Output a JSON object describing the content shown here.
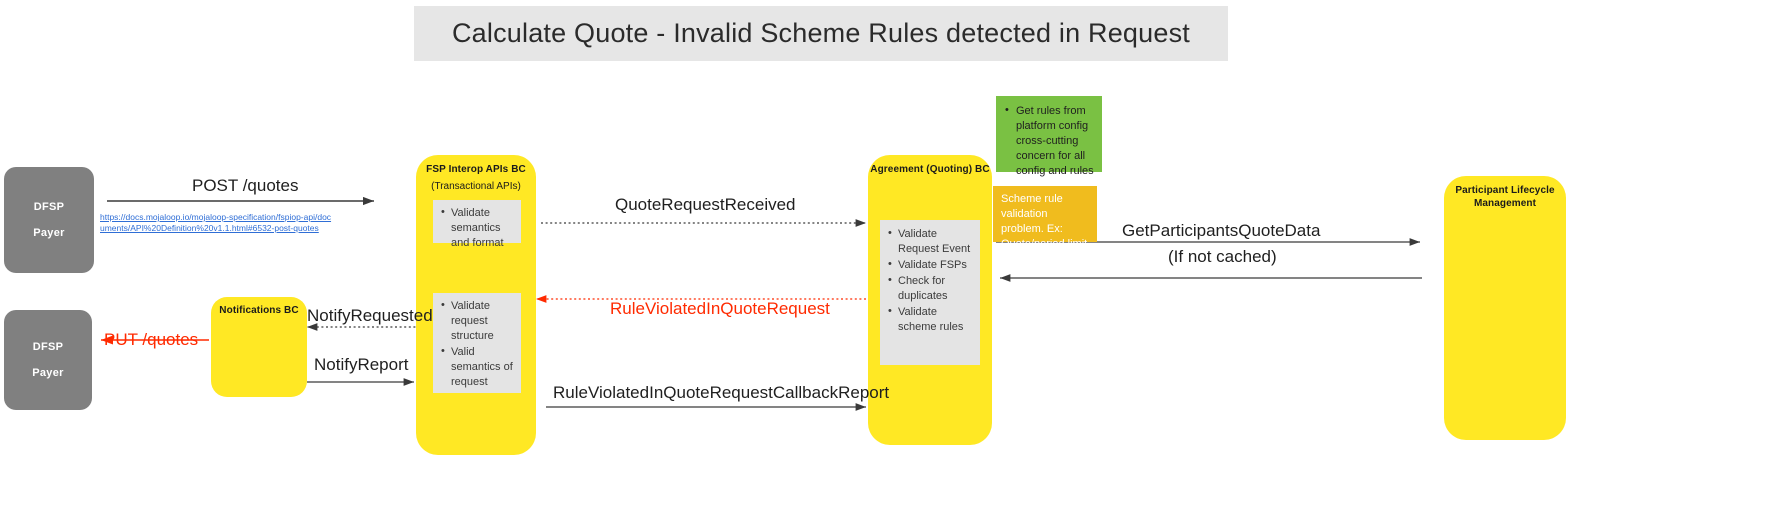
{
  "title": "Calculate Quote - Invalid Scheme Rules detected in Request",
  "colors": {
    "title_bg": "#e6e6e6",
    "actor_grey": "#808080",
    "bc_yellow": "#ffe824",
    "note_grey": "#e4e4e4",
    "callout_green": "#7ac143",
    "callout_orange": "#f0bc1e",
    "error_red": "#ff2a00",
    "link_blue": "#2f6ed6"
  },
  "actors": {
    "payer_top": {
      "line1": "DFSP",
      "line2": "Payer"
    },
    "payer_bottom": {
      "line1": "DFSP",
      "line2": "Payer"
    }
  },
  "components": {
    "fsp_interop": {
      "title": "FSP Interop APIs BC",
      "subtitle": "(Transactional APIs)",
      "note_top": [
        "Validate semantics and format"
      ],
      "note_bottom": [
        "Validate request structure",
        "Valid semantics of request"
      ]
    },
    "notifications": {
      "title": "Notifications BC"
    },
    "agreement": {
      "title": "Agreement (Quoting) BC",
      "note": [
        "Validate Request Event",
        "Validate FSPs",
        "Check for duplicates",
        "Validate scheme rules"
      ]
    },
    "participant_lifecycle": {
      "title": "Participant Lifecycle Management"
    }
  },
  "callouts": {
    "green": [
      "Get rules from platform config cross-cutting concern for all config and rules"
    ],
    "orange": "Scheme rule validation problem. Ex: Quote/period limit reached"
  },
  "links": {
    "post_quotes_url": "https://docs.mojaloop.io/mojaloop-specification/fspiop-api/documents/API%20Definition%20v1.1.html#6532-post-quotes"
  },
  "messages": {
    "post_quotes": "POST /quotes",
    "quote_request_received": "QuoteRequestReceived",
    "get_participants_quote_data": "GetParticipantsQuoteData",
    "if_not_cached": "(If not cached)",
    "rule_violated_in_quote_request": "RuleViolatedInQuoteRequest",
    "notify_requested": "NotifyRequested",
    "notify_report": "NotifyReport",
    "put_quotes": "PUT /quotes",
    "rule_violated_callback_report": "RuleViolatedInQuoteRequestCallbackReport"
  }
}
